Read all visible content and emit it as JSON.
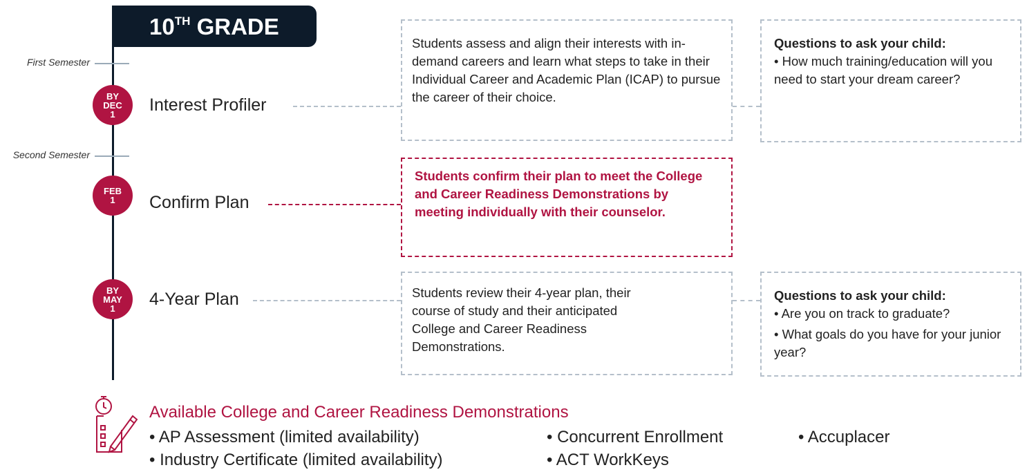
{
  "header": {
    "grade_number": "10",
    "grade_suffix": "TH",
    "grade_word": "GRADE"
  },
  "semesters": {
    "first": "First Semester",
    "second": "Second Semester"
  },
  "steps": [
    {
      "date_lines": [
        "BY",
        "DEC",
        "1"
      ],
      "title": "Interest Profiler",
      "description": "Students assess and align their interests with in-demand careers and learn what steps to take in their Individual Career and Academic Plan (ICAP) to pursue the career of their choice.",
      "questions_title": "Questions to ask your child:",
      "questions": [
        "• How much training/education will you need to start your dream career?"
      ]
    },
    {
      "date_lines": [
        "FEB",
        "1"
      ],
      "title": "Confirm Plan",
      "description": "Students confirm their plan to meet the College and Career Readiness Demonstrations by meeting individually with their counselor."
    },
    {
      "date_lines": [
        "BY",
        "MAY",
        "1"
      ],
      "title": "4-Year Plan",
      "description": "Students review their 4-year plan, their course of study and their anticipated College and Career Readiness Demonstrations.",
      "questions_title": "Questions to ask your child:",
      "questions": [
        "• Are you on track to graduate?",
        "• What goals do you have for your junior year?"
      ]
    }
  ],
  "demonstrations": {
    "title": "Available College and Career Readiness Demonstrations",
    "items": [
      "• AP Assessment (limited availability)",
      "• Industry Certificate (limited availability)",
      "• Concurrent Enrollment",
      "• ACT WorkKeys",
      "• Accuplacer"
    ]
  },
  "colors": {
    "navy": "#0d1b2a",
    "accent": "#b01442",
    "dashed_border": "#b4bfca"
  },
  "icons": {
    "demonstrations_icon": "clipboard-pencil-stopwatch-icon"
  }
}
